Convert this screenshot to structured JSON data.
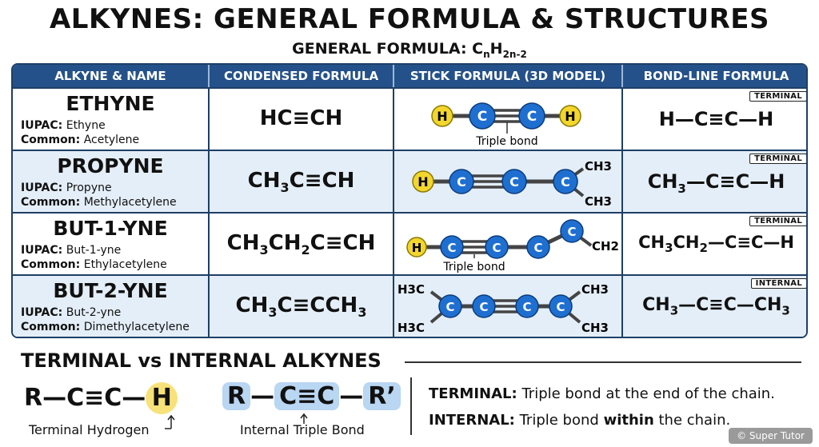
{
  "title": "ALKYNES: GENERAL FORMULA & STRUCTURES",
  "subtitle": {
    "label": "GENERAL FORMULA: ",
    "formula": "C",
    "sub1": "n",
    "mid": "H",
    "sub2": "2n-2"
  },
  "table": {
    "headers": [
      "ALKYNE & NAME",
      "CONDENSED FORMULA",
      "STICK FORMULA (3D MODEL)",
      "BOND-LINE FORMULA"
    ],
    "rows": [
      {
        "name": "ETHYNE",
        "iupac_label": "IUPAC:",
        "iupac": "Ethyne",
        "common_label": "Common:",
        "common": "Acetylene",
        "condensed": "HC≡CH",
        "stick_caption": "Triple bond",
        "bondline": "H—C≡C—H",
        "tag": "TERMINAL"
      },
      {
        "name": "PROPYNE",
        "iupac_label": "IUPAC:",
        "iupac": "Propyne",
        "common_label": "Common:",
        "common": "Methylacetylene",
        "condensed_a": "CH",
        "condensed_a_sub": "3",
        "condensed_b": "C≡CH",
        "stick_label_top": "CH3",
        "stick_label_bottom": "CH3",
        "bondline_a": "CH",
        "bondline_a_sub": "3",
        "bondline_b": "—C≡C—H",
        "tag": "TERMINAL"
      },
      {
        "name": "BUT-1-YNE",
        "iupac_label": "IUPAC:",
        "iupac": "But-1-yne",
        "common_label": "Common:",
        "common": "Ethylacetylene",
        "condensed_a": "CH",
        "condensed_a_sub": "3",
        "condensed_b": "CH",
        "condensed_b_sub": "2",
        "condensed_c": "C≡CH",
        "stick_caption": "Triple bond",
        "stick_label": "CH2",
        "bondline_a": "CH",
        "bondline_a_sub": "3",
        "bondline_b": "CH",
        "bondline_b_sub": "2",
        "bondline_c": "—C≡C—H",
        "tag": "TERMINAL"
      },
      {
        "name": "BUT-2-YNE",
        "iupac_label": "IUPAC:",
        "iupac": "But-2-yne",
        "common_label": "Common:",
        "common": "Dimethylacetylene",
        "condensed_a": "CH",
        "condensed_a_sub": "3",
        "condensed_b": "C≡CCH",
        "condensed_b_sub": "3",
        "stick_labels": [
          "H3C",
          "H3C",
          "CH3",
          "CH3"
        ],
        "bondline_a": "CH",
        "bondline_a_sub": "3",
        "bondline_b": "—C≡C—CH",
        "bondline_b_sub": "3",
        "tag": "INTERNAL"
      }
    ]
  },
  "atoms": {
    "carbon": "C",
    "hydrogen": "H"
  },
  "section": {
    "title": "TERMINAL vs INTERNAL ALKYNES",
    "terminal_example": {
      "a": "R",
      "b": "—C≡C—",
      "h": "H",
      "caption": "Terminal Hydrogen"
    },
    "internal_example": {
      "r": "R",
      "c": "C≡C",
      "r2": "R’",
      "caption": "Internal Triple Bond"
    },
    "definitions": [
      {
        "key": "TERMINAL:",
        "text": " Triple bond at the end of the chain."
      },
      {
        "key": "INTERNAL:",
        "text_a": " Triple bond ",
        "emph": "within",
        "text_b": " the chain."
      }
    ]
  },
  "watermark": "© Super Tutor",
  "colors": {
    "header": "#24518a",
    "carbon": "#1f6fd1",
    "hydrogen": "#f2d62e",
    "row_alt": "#e4eef8",
    "highlight_h": "#f7e27a",
    "highlight_internal": "#b9d6f2"
  }
}
